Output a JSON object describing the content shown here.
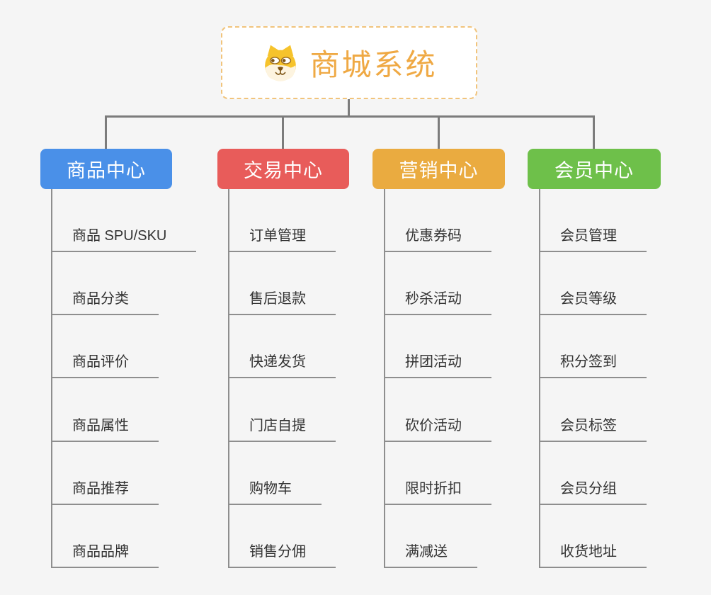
{
  "canvas": {
    "background": "#f5f5f5",
    "connector_color": "#7c7c7c",
    "leaf_line_color": "#8e8e8e",
    "leaf_text_color": "#333333"
  },
  "root": {
    "title": "商城系统",
    "title_color": "#efa944",
    "border_color": "#f1c47c",
    "icon": "dog-icon"
  },
  "branches": [
    {
      "label": "商品中心",
      "color": "#4a90e8",
      "items": [
        "商品 SPU/SKU",
        "商品分类",
        "商品评价",
        "商品属性",
        "商品推荐",
        "商品品牌"
      ]
    },
    {
      "label": "交易中心",
      "color": "#e85c5a",
      "items": [
        "订单管理",
        "售后退款",
        "快递发货",
        "门店自提",
        "购物车",
        "销售分佣"
      ]
    },
    {
      "label": "营销中心",
      "color": "#eaab40",
      "items": [
        "优惠券码",
        "秒杀活动",
        "拼团活动",
        "砍价活动",
        "限时折扣",
        "满减送"
      ]
    },
    {
      "label": "会员中心",
      "color": "#6ec04a",
      "items": [
        "会员管理",
        "会员等级",
        "积分签到",
        "会员标签",
        "会员分组",
        "收货地址"
      ]
    }
  ]
}
